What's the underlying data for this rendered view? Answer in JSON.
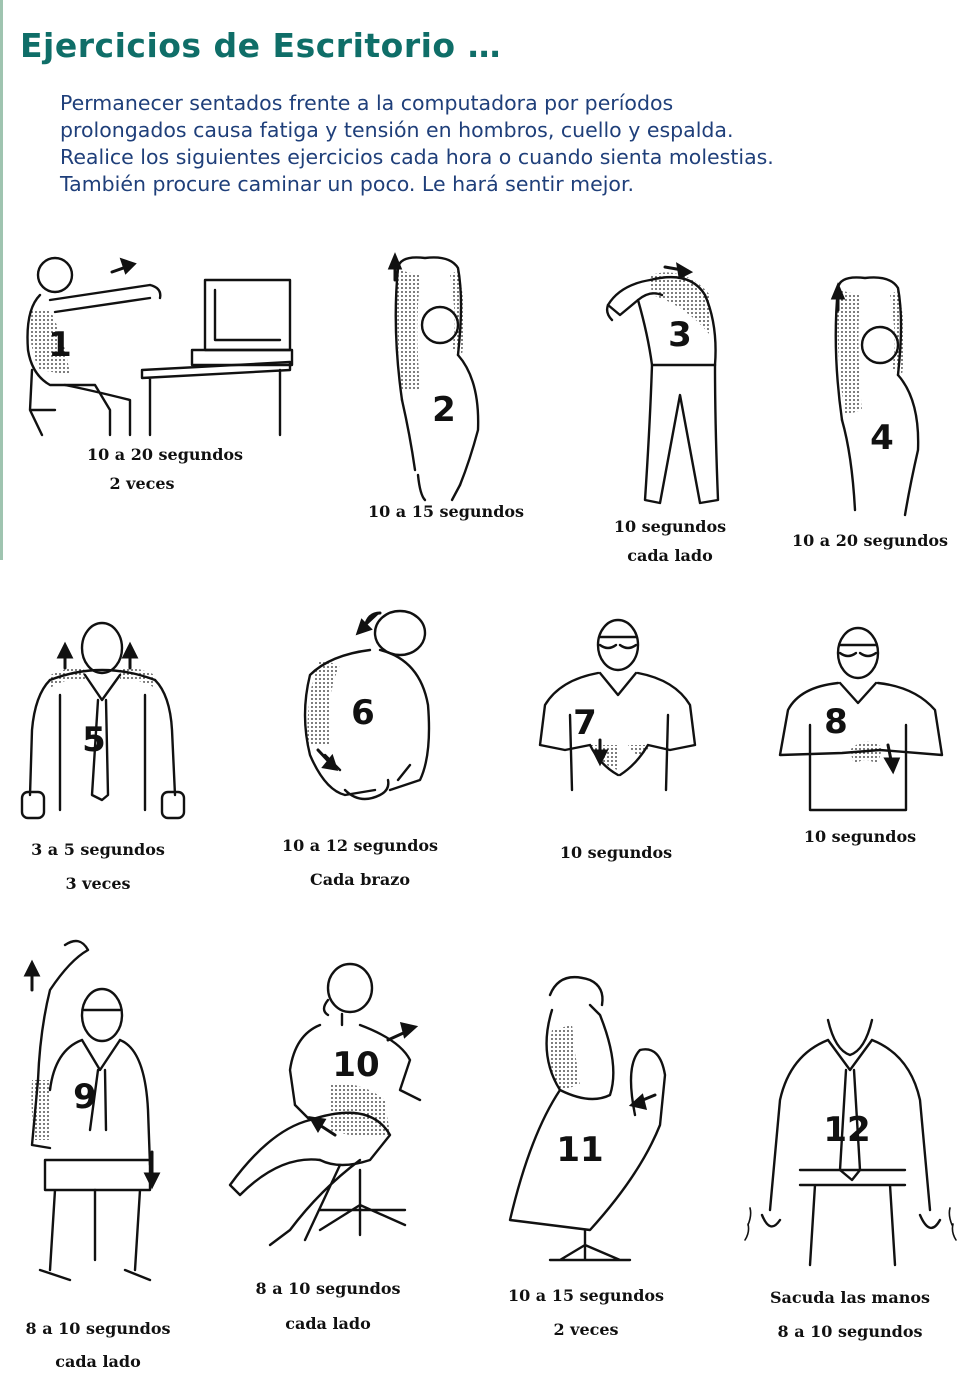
{
  "title": "Ejercicios de Escritorio …",
  "intro": [
    "Permanecer sentados frente a la computadora por períodos",
    "prolongados causa fatiga y tensión en hombros, cuello y espalda.",
    "Realice los siguientes ejercicios cada hora o cuando sienta molestias.",
    "También procure caminar un poco.  Le hará sentir mejor."
  ],
  "exercises": [
    {
      "number": "1",
      "captions": [
        "10 a 20 segundos",
        "2 veces"
      ]
    },
    {
      "number": "2",
      "captions": [
        "10 a 15 segundos"
      ]
    },
    {
      "number": "3",
      "captions": [
        "10 segundos",
        "cada lado"
      ]
    },
    {
      "number": "4",
      "captions": [
        "10 a 20 segundos"
      ]
    },
    {
      "number": "5",
      "captions": [
        "3 a 5 segundos",
        "3 veces"
      ]
    },
    {
      "number": "6",
      "captions": [
        "10 a 12 segundos",
        "Cada brazo"
      ]
    },
    {
      "number": "7",
      "captions": [
        "10 segundos"
      ]
    },
    {
      "number": "8",
      "captions": [
        "10 segundos"
      ]
    },
    {
      "number": "9",
      "captions": [
        "8 a 10 segundos",
        "cada lado"
      ]
    },
    {
      "number": "10",
      "captions": [
        "8 a 10 segundos",
        "cada lado"
      ]
    },
    {
      "number": "11",
      "captions": [
        "10 a 15 segundos",
        "2 veces"
      ]
    },
    {
      "number": "12",
      "captions": [
        "Sacuda las manos",
        "8 a 10 segundos"
      ]
    }
  ],
  "colors": {
    "title": "#0f6e68",
    "intro": "#1f3f7a"
  }
}
